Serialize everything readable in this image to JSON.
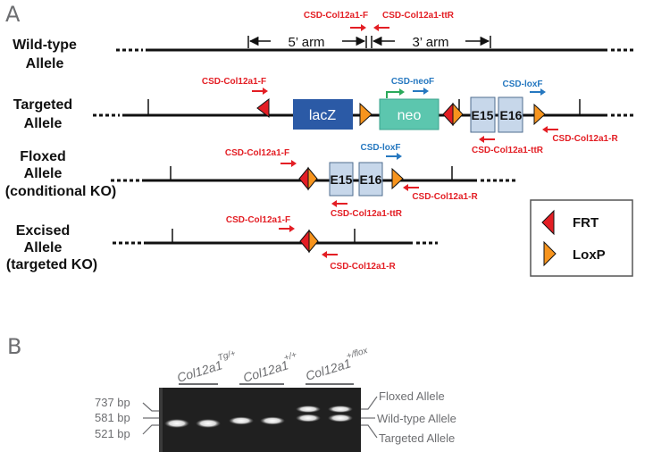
{
  "panel_a": {
    "label": "A",
    "rows": {
      "wildtype": {
        "line1": "Wild-type",
        "line2": "Allele"
      },
      "targeted": {
        "line1": "Targeted",
        "line2": "Allele"
      },
      "floxed": {
        "line1": "Floxed",
        "line2": "Allele",
        "line3": "(conditional KO)"
      },
      "excised": {
        "line1": "Excised",
        "line2": "Allele",
        "line3": "(targeted KO)"
      }
    },
    "arms": {
      "five_prime": "5’ arm",
      "three_prime": "3’ arm"
    },
    "primers": {
      "f": "CSD-Col12a1-F",
      "ttr": "CSD-Col12a1-ttR",
      "r": "CSD-Col12a1-R",
      "neof": "CSD-neoF",
      "loxf": "CSD-loxF"
    },
    "boxes": {
      "lacz": "lacZ",
      "neo": "neo",
      "e15": "E15",
      "e16": "E16"
    },
    "legend": {
      "frt": "FRT",
      "loxp": "LoxP"
    },
    "colors": {
      "frt": "#e31e24",
      "loxp": "#f7941d",
      "lacz": "#2b5aa6",
      "neo": "#5cc6ae",
      "exon": "#c7d7ea",
      "primer_red": "#e31e24",
      "primer_blue": "#2678c0",
      "primer_green": "#2aa95a"
    }
  },
  "panel_b": {
    "label": "B",
    "lanes": [
      {
        "gene": "Col12a1",
        "genotype": "Tg/+"
      },
      {
        "gene": "Col12a1",
        "genotype": "+/+"
      },
      {
        "gene": "Col12a1",
        "genotype": "+/flox"
      }
    ],
    "sizes": [
      "737 bp",
      "581 bp",
      "521 bp"
    ],
    "bands": [
      "Floxed Allele",
      "Wild-type Allele",
      "Targeted Allele"
    ]
  }
}
